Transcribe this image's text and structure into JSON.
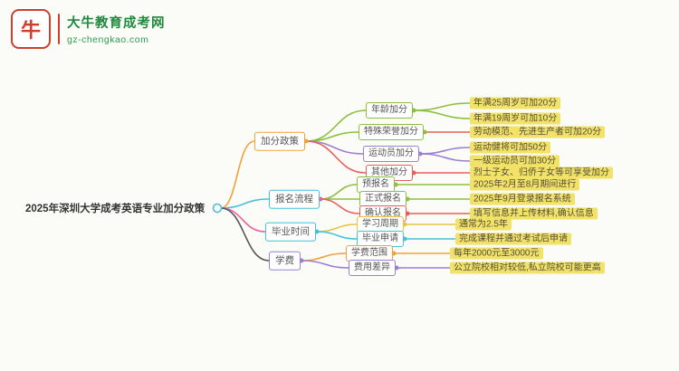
{
  "brand": {
    "logo_mark": "牛",
    "site_name": "大牛教育成考网",
    "site_url": "gz-chengkao.com"
  },
  "root": {
    "label": "2025年深圳大学成考英语专业加分政策"
  },
  "branches": [
    {
      "label": "加分政策",
      "color": "#efa23c",
      "children": [
        {
          "label": "年龄加分",
          "color": "#8cbf3f",
          "leaves": [
            "年满25周岁可加20分",
            "年满19周岁可加10分"
          ]
        },
        {
          "label": "特殊荣誉加分",
          "color": "#8cbf3f",
          "leaves": [
            "劳动模范、先进生产者可加20分"
          ]
        },
        {
          "label": "运动员加分",
          "color": "#9b7fd4",
          "leaves": [
            "运动健将可加50分",
            "一级运动员可加30分"
          ]
        },
        {
          "label": "其他加分",
          "color": "#e66059",
          "leaves": [
            "烈士子女、归侨子女等可享受加分"
          ]
        }
      ]
    },
    {
      "label": "报名流程",
      "color": "#45c1d6",
      "children": [
        {
          "label": "预报名",
          "color": "#8cbf3f",
          "leaves": [
            "2025年2月至8月期间进行"
          ]
        },
        {
          "label": "正式报名",
          "color": "#8cbf3f",
          "leaves": [
            "2025年9月登录报名系统"
          ]
        },
        {
          "label": "确认报名",
          "color": "#e66059",
          "leaves": [
            "填写信息并上传材料,确认信息"
          ]
        }
      ]
    },
    {
      "label": "毕业时间",
      "color": "#45c1d6",
      "children": [
        {
          "label": "学习周期",
          "color": "#e6c441",
          "leaves": [
            "通常为2.5年"
          ]
        },
        {
          "label": "毕业申请",
          "color": "#45c1d6",
          "leaves": [
            "完成课程并通过考试后申请"
          ]
        }
      ]
    },
    {
      "label": "学费",
      "color": "#9b7fd4",
      "children": [
        {
          "label": "学费范围",
          "color": "#efa23c",
          "leaves": [
            "每年2000元至3000元"
          ]
        },
        {
          "label": "费用差异",
          "color": "#9b7fd4",
          "leaves": [
            "公立院校相对较低,私立院校可能更高"
          ]
        }
      ]
    }
  ],
  "palette": {
    "orange": "#efa23c",
    "green": "#8cbf3f",
    "purple": "#9b7fd4",
    "red": "#e66059",
    "cyan": "#45c1d6",
    "pink": "#ed5f9b",
    "yellow": "#e6c441",
    "dark": "#555555",
    "leaf_bg": "#f2e268",
    "brand_red": "#cf3f2f",
    "brand_green": "#1f8a3e"
  }
}
